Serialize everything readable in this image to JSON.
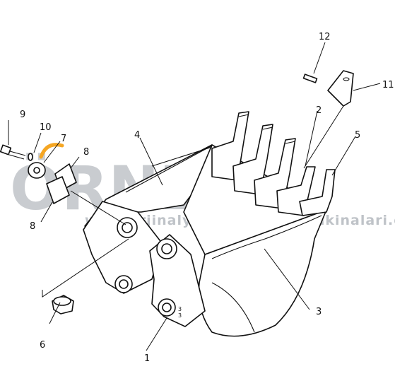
{
  "watermark": {
    "logo_text": "ÖRNEK",
    "site_text": "www.orjinalyedekparcakismakinalari.com.tr",
    "accent_color": "#f5a623"
  },
  "callouts": {
    "c1": "1",
    "c2": "2",
    "c3": "3",
    "c4": "4",
    "c5": "5",
    "c6": "6",
    "c7": "7",
    "c8a": "8",
    "c8b": "8",
    "c9": "9",
    "c10": "10",
    "c11": "11",
    "c12": "12"
  }
}
